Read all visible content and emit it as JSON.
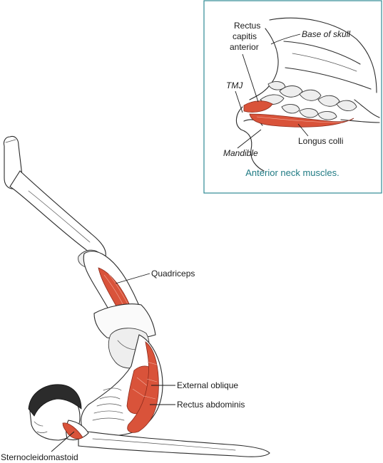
{
  "inset": {
    "caption": "Anterior neck muscles.",
    "labels": {
      "rectus_capitis_1": "Rectus",
      "rectus_capitis_2": "capitis",
      "rectus_capitis_3": "anterior",
      "base_of_skull": "Base of skull",
      "tmj": "TMJ",
      "mandible": "Mandible",
      "longus_colli": "Longus colli"
    },
    "border_color": "#2e8a94"
  },
  "main": {
    "labels": {
      "quadriceps": "Quadriceps",
      "external_oblique": "External oblique",
      "rectus_abdominis": "Rectus abdominis",
      "sternocleidomastoid": "Sternocleidomastoid"
    },
    "muscle_color": "#d9533a"
  }
}
